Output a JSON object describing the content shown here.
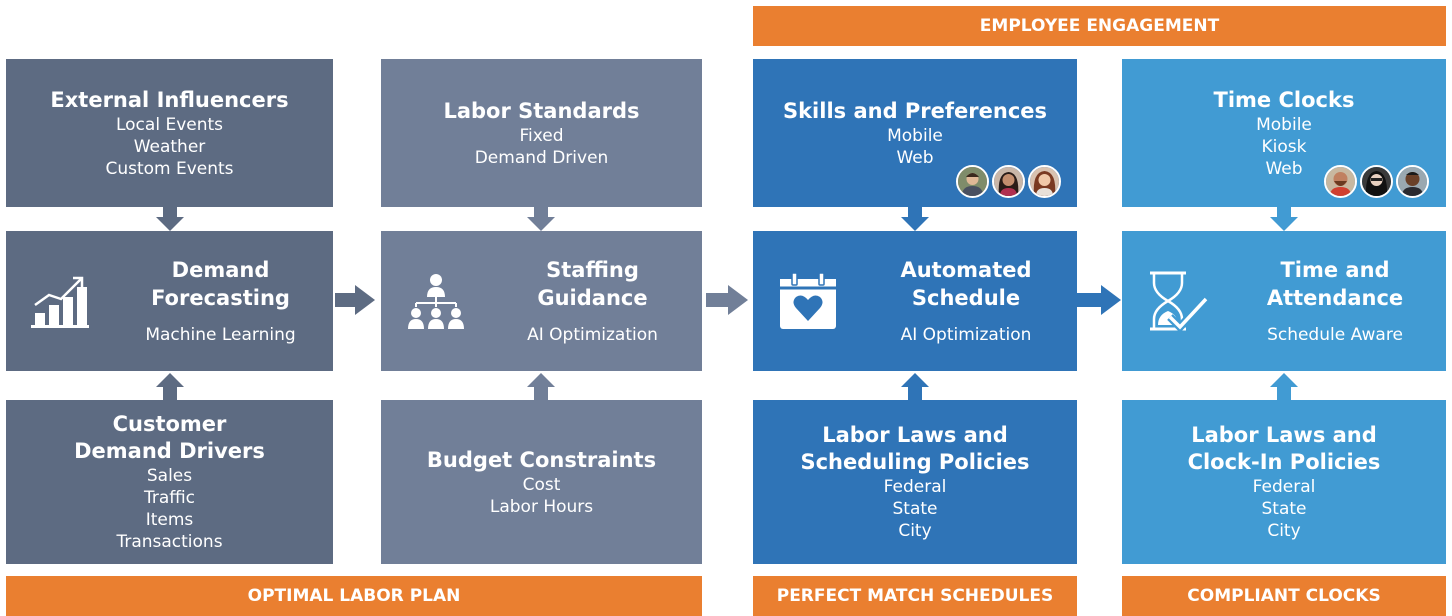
{
  "banners": {
    "top": "EMPLOYEE ENGAGEMENT",
    "bottom_left": "OPTIMAL LABOR PLAN",
    "bottom_mid": "PERFECT MATCH SCHEDULES",
    "bottom_right": "COMPLIANT CLOCKS"
  },
  "col1": {
    "top": {
      "title": "External Influencers",
      "lines": [
        "Local Events",
        "Weather",
        "Custom Events"
      ]
    },
    "mid": {
      "title": [
        "Demand",
        "Forecasting"
      ],
      "subtitle": "Machine Learning",
      "icon": "growth-chart-icon"
    },
    "bottom": {
      "title": [
        "Customer",
        "Demand Drivers"
      ],
      "lines": [
        "Sales",
        "Traffic",
        "Items",
        "Transactions"
      ]
    }
  },
  "col2": {
    "top": {
      "title": "Labor Standards",
      "lines": [
        "Fixed",
        "Demand Driven"
      ]
    },
    "mid": {
      "title": [
        "Staffing",
        "Guidance"
      ],
      "subtitle": "AI Optimization",
      "icon": "org-chart-icon"
    },
    "bottom": {
      "title": "Budget Constraints",
      "lines": [
        "Cost",
        "Labor Hours"
      ]
    }
  },
  "col3": {
    "top": {
      "title": "Skills and Preferences",
      "lines": [
        "Mobile",
        "Web"
      ]
    },
    "mid": {
      "title": [
        "Automated",
        "Schedule"
      ],
      "subtitle": "AI Optimization",
      "icon": "calendar-heart-icon"
    },
    "bottom": {
      "title": [
        "Labor Laws and",
        "Scheduling Policies"
      ],
      "lines": [
        "Federal",
        "State",
        "City"
      ]
    }
  },
  "col4": {
    "top": {
      "title": "Time Clocks",
      "lines": [
        "Mobile",
        "Kiosk",
        "Web"
      ]
    },
    "mid": {
      "title": [
        "Time and",
        "Attendance"
      ],
      "subtitle": "Schedule Aware",
      "icon": "hourglass-check-icon"
    },
    "bottom": {
      "title": [
        "Labor Laws and",
        "Clock-In Policies"
      ],
      "lines": [
        "Federal",
        "State",
        "City"
      ]
    }
  },
  "colors": {
    "col1": "#5d6b82",
    "col2": "#717f98",
    "col3": "#2f74b7",
    "col4": "#419bd3",
    "accent": "#ea7f30"
  }
}
